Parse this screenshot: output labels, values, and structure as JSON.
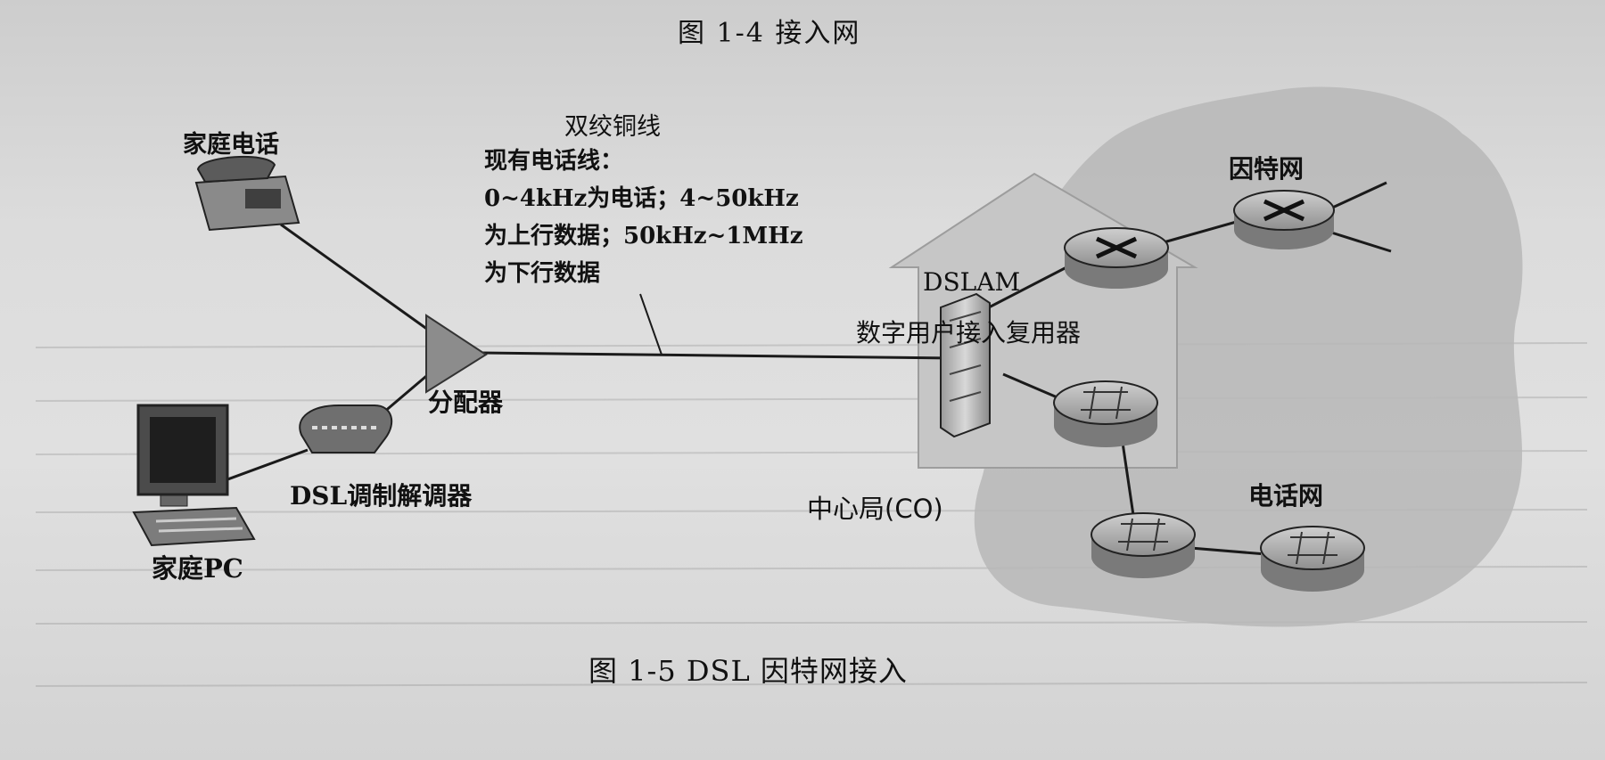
{
  "captions": {
    "top": "图 1-4    接入网",
    "bottom": "图 1-5   DSL 因特网接入"
  },
  "wire": {
    "title": "双绞铜线",
    "info_lines": [
      "现有电话线：",
      "0~4kHz为电话；4~50kHz",
      "为上行数据；50kHz~1MHz",
      "为下行数据"
    ]
  },
  "nodes": {
    "home_phone": "家庭电话",
    "splitter": "分配器",
    "modem": "DSL调制解调器",
    "home_pc": "家庭PC",
    "dslam": "DSLAM",
    "dslam_cn": "数字用户接入复用器",
    "central_office": "中心局(CO)",
    "internet": "因特网",
    "phone_network": "电话网"
  },
  "colors": {
    "page": "#dcdcdc",
    "cloud": "#b9b9b9",
    "house": "#c4c4c4",
    "router_fill": "#a8a8a8",
    "line": "#1a1a1a"
  }
}
